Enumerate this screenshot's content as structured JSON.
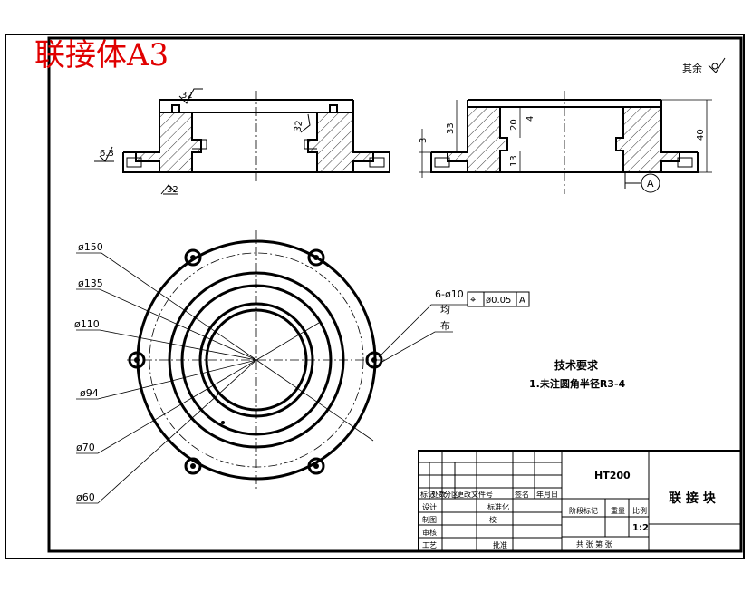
{
  "sheet": {
    "title": "联接体A3",
    "title_color": "#e00000",
    "line_color": "#000000",
    "background": "#ffffff"
  },
  "roughness": {
    "others_label": "其余",
    "top_surface": "32",
    "flange_side": "6.3",
    "bottom_face": "32",
    "bore_wall": "32"
  },
  "dimensions": {
    "height_40": "40",
    "height_33": "33",
    "height_20": "20",
    "height_13": "13",
    "height_4": "4",
    "height_3": "3",
    "datum": "A"
  },
  "diameters": {
    "d150": "ø150",
    "d135": "ø135",
    "d110": "ø110",
    "d94": "ø94",
    "d70": "ø70",
    "d60": "ø60"
  },
  "holes": {
    "callout": "6-ø10",
    "uniform": "均",
    "uniform2": "布",
    "tolerance_symbol": "⌖",
    "tolerance_value": "ø0.05",
    "tolerance_datum": "A"
  },
  "tech_requirements": {
    "heading": "技术要求",
    "note1": "1.未注圆角半径R3-4"
  },
  "title_block": {
    "material": "HT200",
    "part_name": "联 接 块",
    "scale": "1:2",
    "sheets": "共 张  第 张",
    "headers": [
      "标记",
      "处数",
      "分区",
      "更改文件号",
      "签名",
      "年月日"
    ],
    "designer": "设计",
    "standardization": "标准化",
    "drafting": "制图",
    "check": "审核",
    "process": "工艺",
    "approval": "批准",
    "sign_check": "校",
    "stage_mark": "阶段标记",
    "weight": "重量",
    "ratio": "比例"
  }
}
